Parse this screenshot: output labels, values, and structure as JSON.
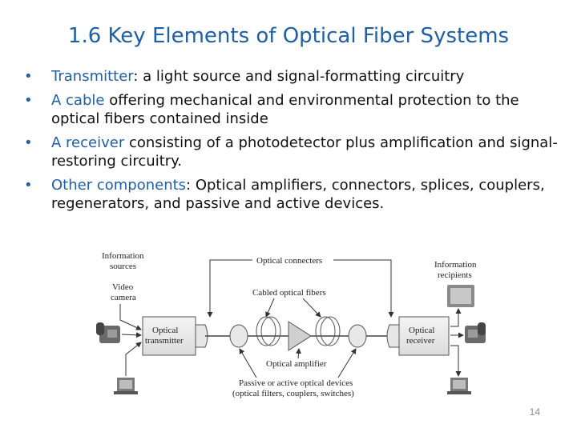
{
  "slide": {
    "title": "1.6 Key Elements of Optical Fiber Systems",
    "page_number": "14"
  },
  "bullets": [
    {
      "highlight": "Transmitter",
      "text": ": a light source and signal-formatting circuitry"
    },
    {
      "highlight": "A cable",
      "text": " offering mechanical and environmental protection to the optical fibers contained inside"
    },
    {
      "highlight": "A receiver",
      "text": " consisting of a photodetector plus amplification and signal-restoring circuitry."
    },
    {
      "highlight": "Other components",
      "text": ": Optical amplifiers, connectors, splices, couplers, regenerators, and passive and active devices."
    }
  ],
  "diagram": {
    "info_sources_1": "Information",
    "info_sources_2": "sources",
    "video_1": "Video",
    "video_2": "camera",
    "connectors": "Optical connecters",
    "recipients_1": "Information",
    "recipients_2": "recipients",
    "cabled_fibers": "Cabled optical fibers",
    "transmitter_1": "Optical",
    "transmitter_2": "transmitter",
    "receiver_1": "Optical",
    "receiver_2": "receiver",
    "amplifier": "Optical amplifier",
    "passive_1": "Passive or active optical devices",
    "passive_2": "(optical filters, couplers, switches)"
  }
}
